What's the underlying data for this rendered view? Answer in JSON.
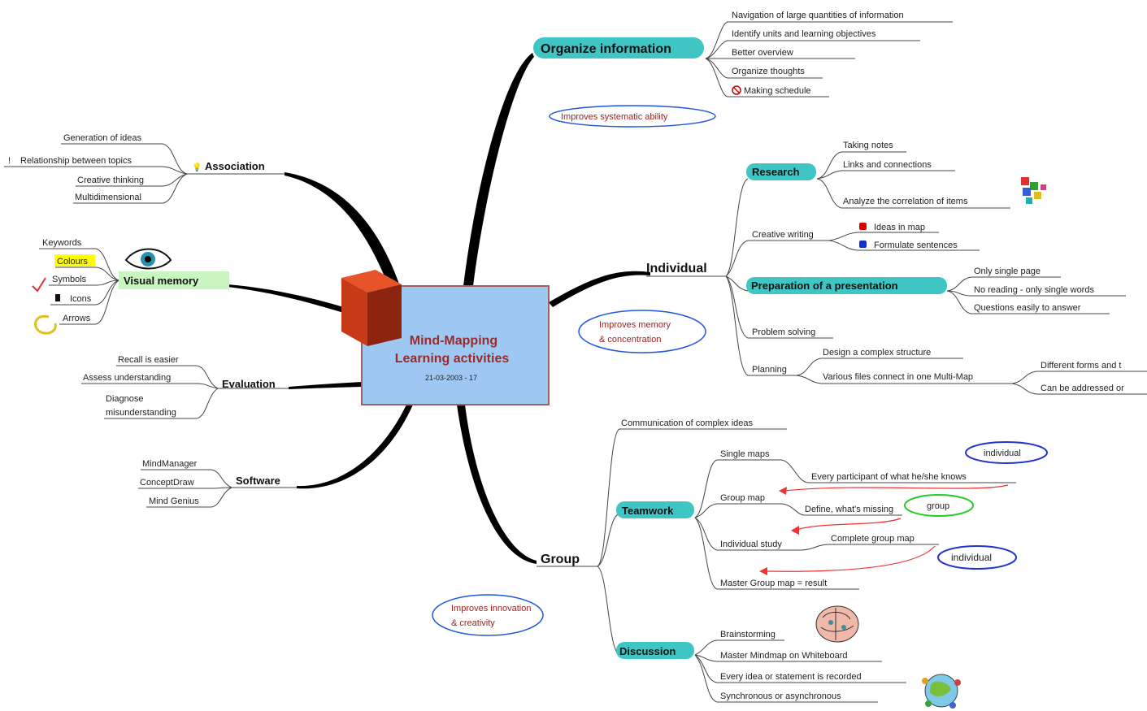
{
  "center": {
    "title_line1": "Mind-Mapping",
    "title_line2": "Learning activities",
    "date": "21-03-2003 - 17"
  },
  "organize": {
    "title": "Organize information",
    "items": [
      "Navigation of large quantities of information",
      "Identify units and learning objectives",
      "Better overview",
      "Organize thoughts",
      "Making schedule"
    ],
    "note": "Improves systematic ability"
  },
  "individual": {
    "title": "Individual",
    "research": {
      "title": "Research",
      "items": [
        "Taking notes",
        "Links and connections",
        "Analyze the correlation of items"
      ]
    },
    "creative_writing": {
      "title": "Creative writing",
      "items": [
        "Ideas in map",
        "Formulate sentences"
      ]
    },
    "presentation": {
      "title": "Preparation of a presentation",
      "items": [
        "Only single page",
        "No reading - only single words",
        "Questions easily to answer"
      ]
    },
    "problem_solving": "Problem solving",
    "planning": {
      "title": "Planning",
      "items": [
        "Design a complex structure",
        "Various files connect in one Multi-Map"
      ],
      "subitems": [
        "Different forms and t",
        "Can be addressed or"
      ]
    },
    "note_line1": "Improves memory",
    "note_line2": "& concentration"
  },
  "group": {
    "title": "Group",
    "communication": "Communication of complex ideas",
    "teamwork": {
      "title": "Teamwork",
      "single": "Single maps",
      "single_detail": "Every participant of what he/she knows",
      "group_map": "Group map",
      "group_detail": "Define, what's missing",
      "individual_study": "Individual study",
      "individual_detail": "Complete group map",
      "master": "Master Group map = result",
      "tag_individual_1": "individual",
      "tag_group": "group",
      "tag_individual_2": "individual"
    },
    "discussion": {
      "title": "Discussion",
      "items": [
        "Brainstorming",
        "Master Mindmap on Whiteboard",
        "Every idea or statement is recorded",
        "Synchronous or asynchronous"
      ]
    },
    "note_line1": "Improves innovation",
    "note_line2": "& creativity"
  },
  "association": {
    "title": "Association",
    "items": [
      "Generation of ideas",
      "Relationship between topics",
      "Creative thinking",
      "Multidimensional"
    ]
  },
  "visual": {
    "title": "Visual memory",
    "items": [
      "Keywords",
      "Colours",
      "Symbols",
      "Icons",
      "Arrows"
    ]
  },
  "evaluation": {
    "title": "Evaluation",
    "items": [
      "Recall is easier",
      "Assess understanding",
      "Diagnose",
      "misunderstanding"
    ]
  },
  "software": {
    "title": "Software",
    "items": [
      "MindManager",
      "ConceptDraw",
      "Mind Genius"
    ]
  },
  "colors": {
    "teal": "#3fc6c4",
    "center_fill": "#9ec8f2",
    "center_border": "#a06060",
    "title_text": "#9b2a2a",
    "note_text": "#9b2222",
    "note_blue": "#2255dd",
    "note_green": "#22cc22",
    "red_arrow": "#ee3333",
    "visual_bg": "#c8f5c0",
    "colours_bg": "#ffff00"
  }
}
